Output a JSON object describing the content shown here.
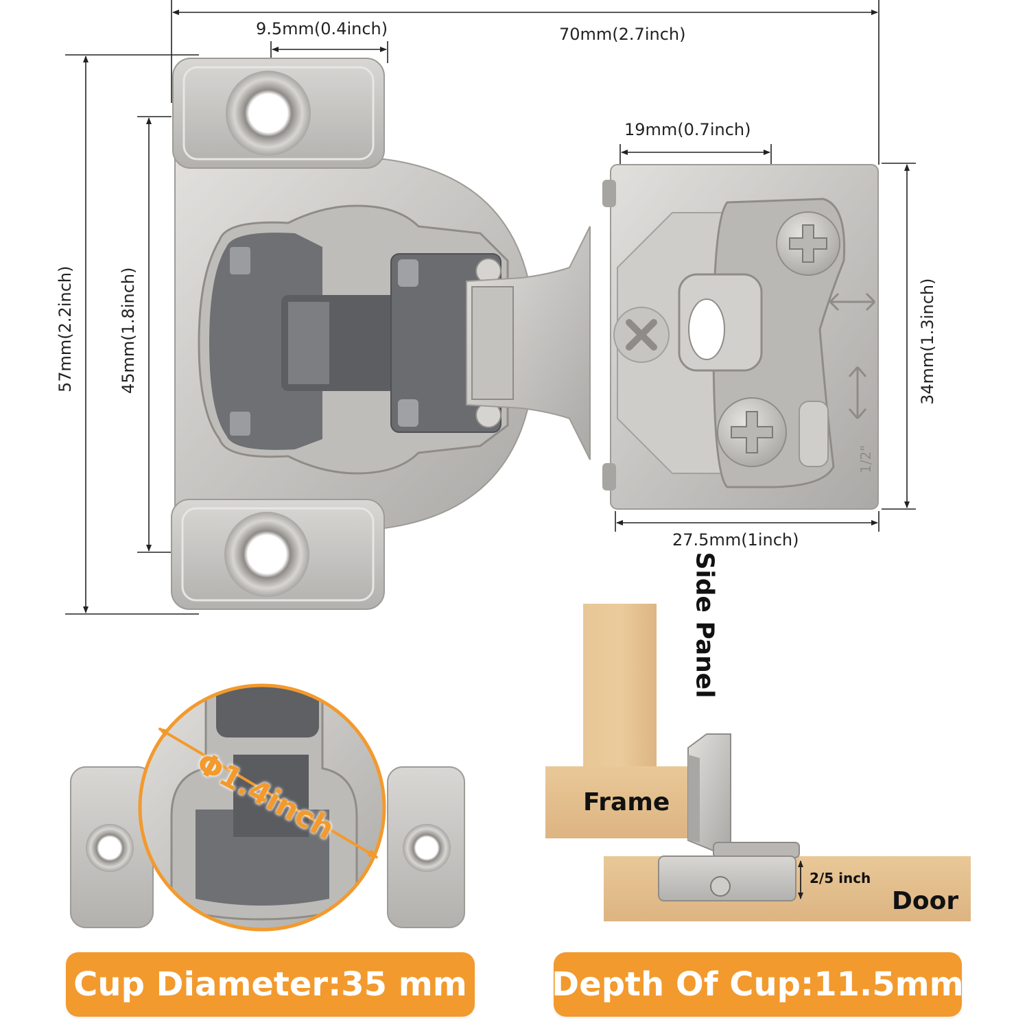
{
  "colors": {
    "accent": "#F29A2E",
    "metal": "#C9C7C4",
    "metal_dark": "#9E9B97",
    "plastic": "#6E7073",
    "wood": "#E2BE8E"
  },
  "dimensions": {
    "width_total": "70mm(2.7inch)",
    "tab_offset": "9.5mm(0.4inch)",
    "arm_inner": "19mm(0.7inch)",
    "arm_length": "27.5mm(1inch)",
    "height_total": "57mm(2.2inch)",
    "hole_spacing": "45mm(1.8inch)",
    "arm_height": "34mm(1.3inch)"
  },
  "markings": {
    "overlay": "1/2\""
  },
  "cup": {
    "diameter_label": "Φ1.4inch",
    "banner": "Cup Diameter:35 mm"
  },
  "install": {
    "side_panel": "Side Panel",
    "frame": "Frame",
    "door": "Door",
    "depth_small": "2/5 inch",
    "banner": "Depth Of Cup:11.5mm"
  },
  "icons": [
    "arrow-double-horizontal-icon",
    "arrow-double-vertical-icon",
    "screw-cross-icon"
  ]
}
